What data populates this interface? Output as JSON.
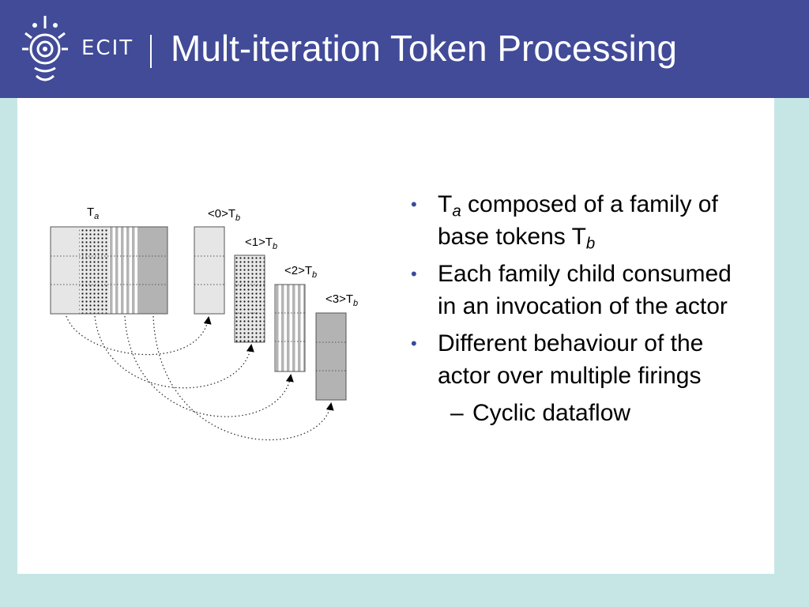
{
  "header": {
    "brand": "ECIT",
    "title": "Mult-iteration Token Processing",
    "background": "#414b98"
  },
  "diagram": {
    "source_token": {
      "base": "T",
      "sub": "a"
    },
    "children": [
      {
        "prefix": "<0>",
        "base": "T",
        "sub": "b"
      },
      {
        "prefix": "<1>",
        "base": "T",
        "sub": "b"
      },
      {
        "prefix": "<2>",
        "base": "T",
        "sub": "b"
      },
      {
        "prefix": "<3>",
        "base": "T",
        "sub": "b"
      }
    ]
  },
  "bullets": [
    {
      "parts": [
        {
          "text": "T"
        },
        {
          "text": "a",
          "sub": true
        },
        {
          "text": " composed of a family of base tokens T"
        },
        {
          "text": "b",
          "sub": true
        }
      ]
    },
    {
      "parts": [
        {
          "text": "Each family child consumed in an invocation of the actor"
        }
      ]
    },
    {
      "parts": [
        {
          "text": "Different behaviour of the actor over multiple firings"
        }
      ],
      "sub_items": [
        "Cyclic dataflow"
      ]
    }
  ],
  "icons": {
    "logo": "ecit-logo-icon",
    "bullet": "bullet-dot-icon",
    "arrow": "arrowhead-icon"
  },
  "colors": {
    "bullet": "#3a4a9a",
    "slide_bg": "#c6e6e6",
    "content_bg": "#ffffff"
  }
}
